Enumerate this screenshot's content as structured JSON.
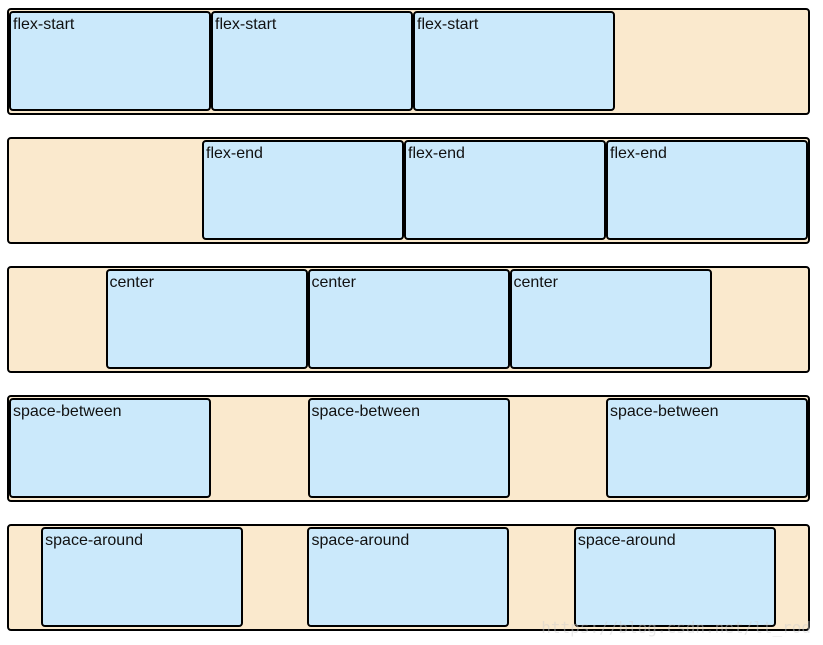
{
  "colors": {
    "container_bg": "#fae9cd",
    "item_bg": "#cbe9fb",
    "border": "#000000",
    "watermark": "#cfcfcf"
  },
  "rows": [
    {
      "justify": "flex-start",
      "items": [
        "flex-start",
        "flex-start",
        "flex-start"
      ]
    },
    {
      "justify": "flex-end",
      "items": [
        "flex-end",
        "flex-end",
        "flex-end"
      ]
    },
    {
      "justify": "center",
      "items": [
        "center",
        "center",
        "center"
      ]
    },
    {
      "justify": "space-between",
      "items": [
        "space-between",
        "space-between",
        "space-between"
      ]
    },
    {
      "justify": "space-around",
      "items": [
        "space-around",
        "space-around",
        "space-around"
      ]
    }
  ],
  "watermark": "https://blog.csdn.net/lt_rod"
}
